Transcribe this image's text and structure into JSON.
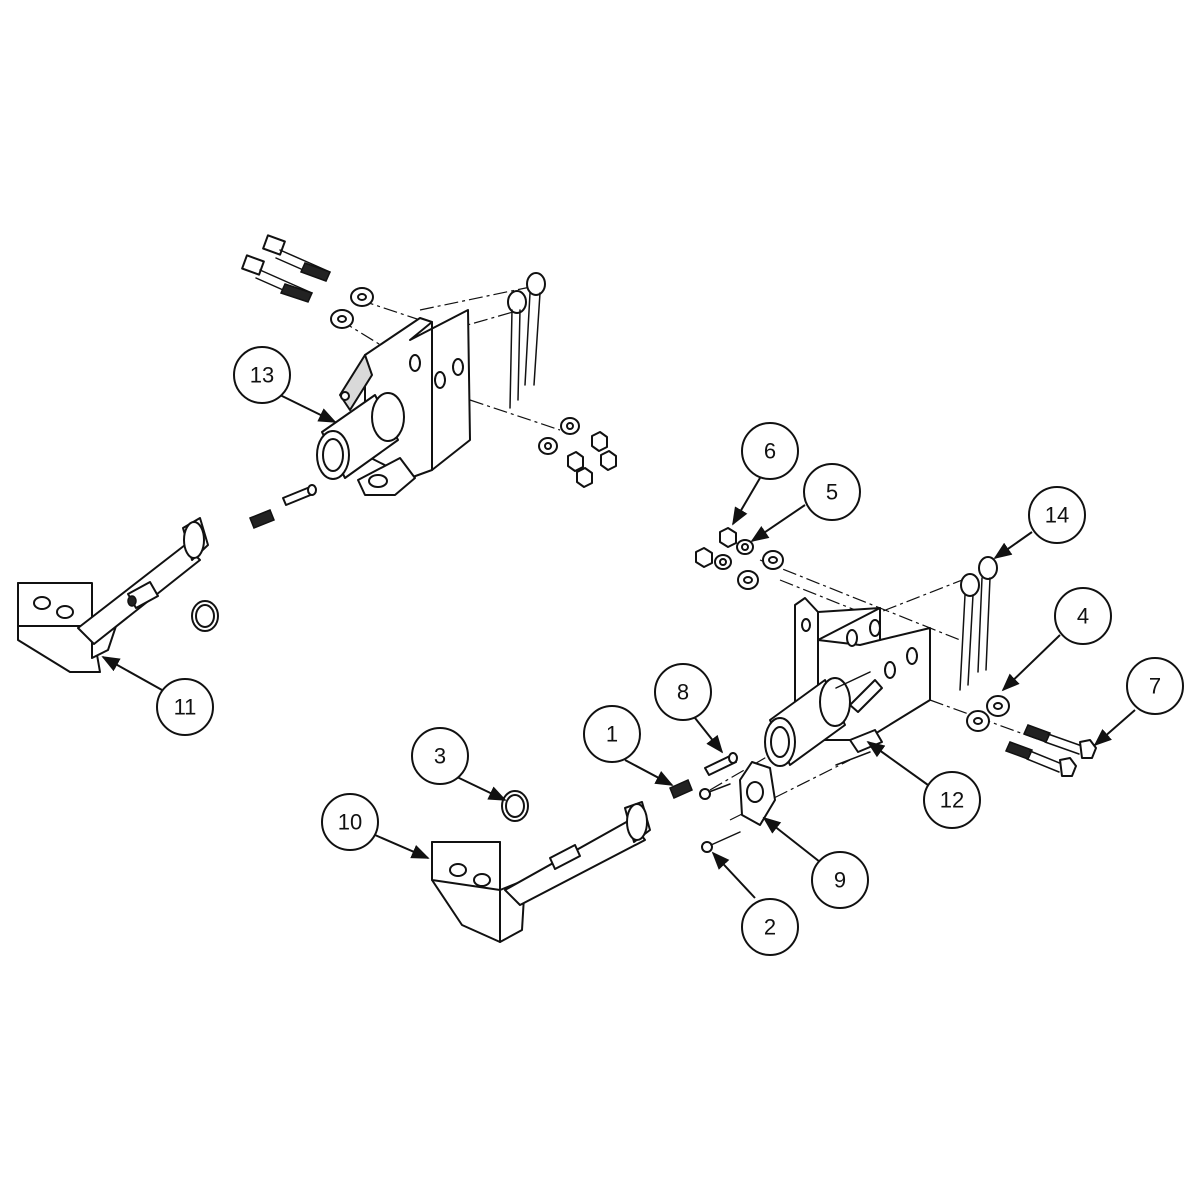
{
  "callouts": [
    {
      "id": "c1",
      "label": "1"
    },
    {
      "id": "c2",
      "label": "2"
    },
    {
      "id": "c3",
      "label": "3"
    },
    {
      "id": "c4",
      "label": "4"
    },
    {
      "id": "c5",
      "label": "5"
    },
    {
      "id": "c6",
      "label": "6"
    },
    {
      "id": "c7",
      "label": "7"
    },
    {
      "id": "c8",
      "label": "8"
    },
    {
      "id": "c9",
      "label": "9"
    },
    {
      "id": "c10",
      "label": "10"
    },
    {
      "id": "c11",
      "label": "11"
    },
    {
      "id": "c12",
      "label": "12"
    },
    {
      "id": "c13",
      "label": "13"
    },
    {
      "id": "c14",
      "label": "14"
    }
  ],
  "colors": {
    "line": "#111111",
    "background": "#ffffff",
    "shade": "#d9d9d9"
  }
}
